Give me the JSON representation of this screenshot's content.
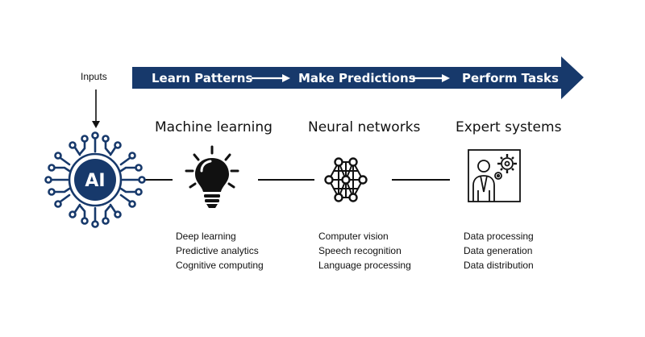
{
  "inputs_label": "Inputs",
  "flow": {
    "steps": [
      "Learn Patterns",
      "Make Predictions",
      "Perform Tasks"
    ],
    "band_color": "#17396b",
    "arrow_color": "#ffffff"
  },
  "ai_chip": {
    "label": "AI",
    "color": "#17396b"
  },
  "columns": [
    {
      "title": "Machine learning",
      "icon": "lightbulb-icon",
      "items": [
        "Deep learning",
        "Predictive analytics",
        "Cognitive computing"
      ]
    },
    {
      "title": "Neural networks",
      "icon": "neural-network-icon",
      "items": [
        "Computer vision",
        "Speech recognition",
        "Language processing"
      ]
    },
    {
      "title": "Expert systems",
      "icon": "expert-person-gear-icon",
      "items": [
        "Data processing",
        "Data generation",
        "Data distribution"
      ]
    }
  ]
}
